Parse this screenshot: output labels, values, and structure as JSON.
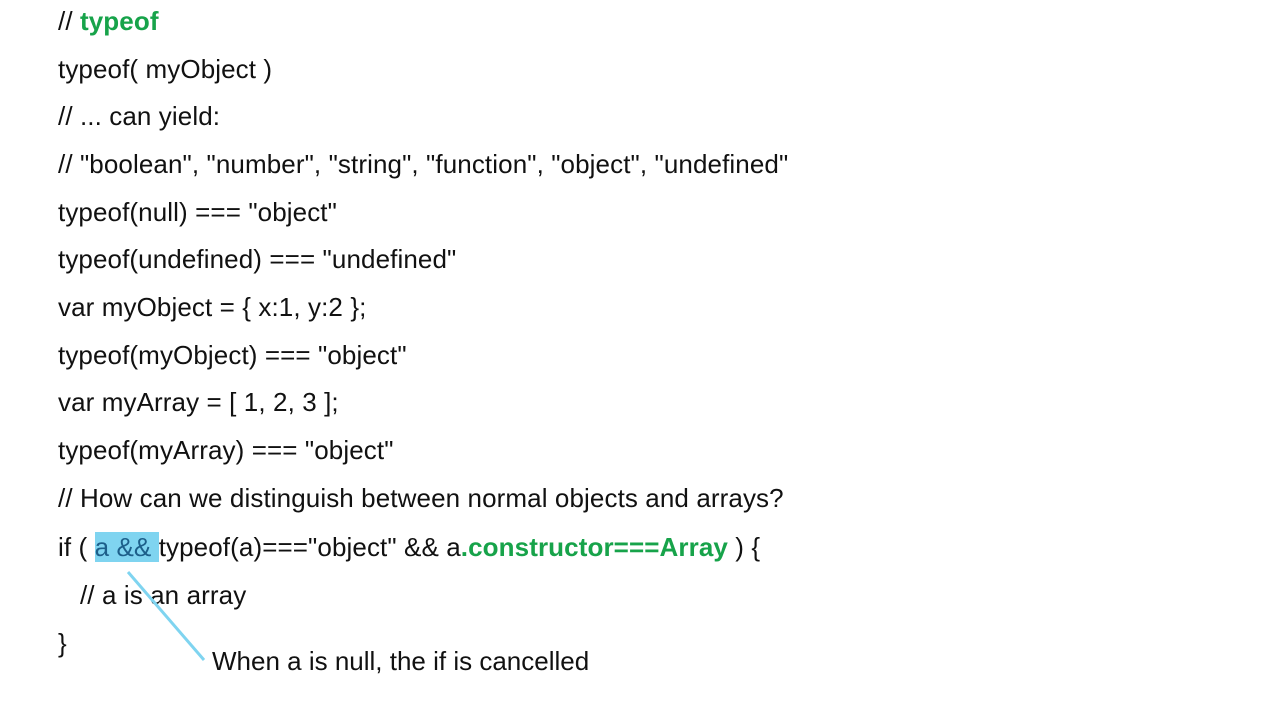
{
  "slide": {
    "lines": [
      {
        "prefix": "// ",
        "highlight": "typeof"
      },
      {
        "text": "typeof( myObject )"
      },
      {
        "text": "// ... can yield:"
      },
      {
        "text": "// \"boolean\", \"number\", \"string\", \"function\", \"object\", \"undefined\""
      },
      {
        "text": "typeof(null) === \"object\""
      },
      {
        "text": "typeof(undefined) === \"undefined\""
      },
      {
        "text": "var myObject = { x:1, y:2 };"
      },
      {
        "text": "typeof(myObject) === \"object\""
      },
      {
        "text": "var myArray = [ 1, 2, 3 ];"
      },
      {
        "text": "typeof(myArray) === \"object\""
      },
      {
        "text": "// How can we distinguish between normal objects and arrays?"
      },
      {
        "parts": {
          "p1": "if ( ",
          "p2_highlight": "a && ",
          "p3": "typeof(a)===\"object\" && a",
          "p4_green": ".constructor===Array",
          "p5": " ) {"
        }
      },
      {
        "text": "   // a is an array"
      },
      {
        "text": "}"
      }
    ],
    "callout": "When a is null, the if is cancelled",
    "colors": {
      "green_keyword": "#17a34a",
      "highlight_fill": "#7fd4f0",
      "connector_line": "#7fd4f0"
    }
  }
}
